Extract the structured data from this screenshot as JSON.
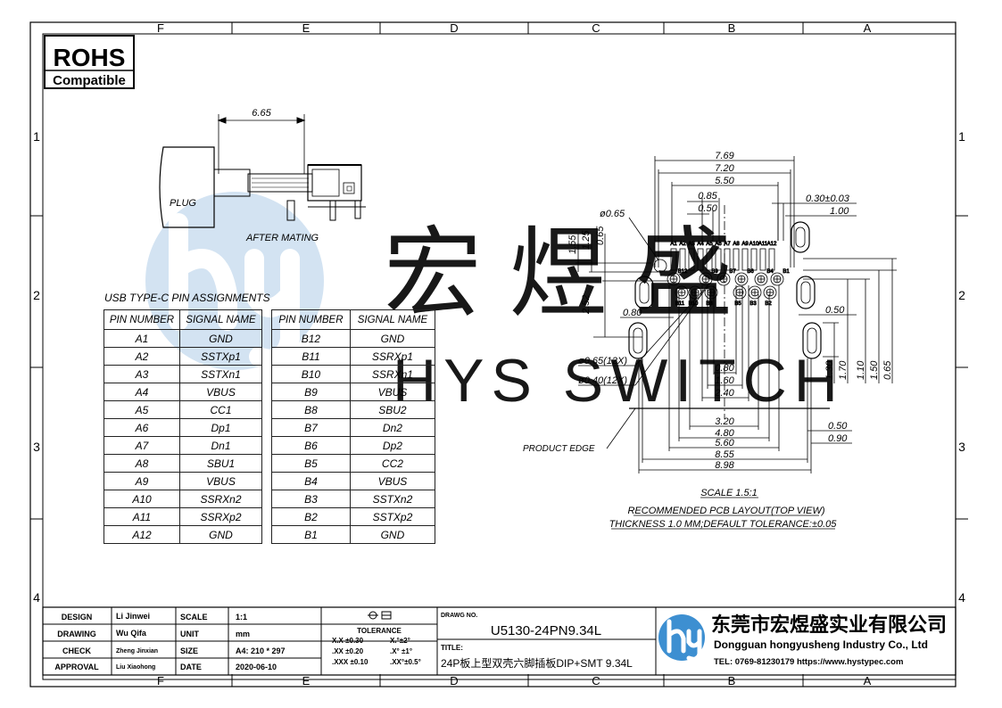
{
  "frame": {
    "columns_top": [
      "F",
      "E",
      "D",
      "C",
      "B",
      "A"
    ],
    "columns_bottom": [
      "F",
      "E",
      "D",
      "C",
      "B",
      "A"
    ],
    "rows_left": [
      "1",
      "2",
      "3",
      "4"
    ],
    "rows_right": [
      "1",
      "2",
      "3",
      "4"
    ]
  },
  "rohs": {
    "title": "ROHS",
    "subtitle": "Compatible"
  },
  "side_view": {
    "dim_top": "6.65",
    "plug_label": "PLUG",
    "after_label": "AFTER MATING"
  },
  "watermark": {
    "cn": "宏 煜 盛",
    "en": "HYS SWITCH"
  },
  "pin_table": {
    "title": "USB TYPE-C PIN ASSIGNMENTS",
    "headers": [
      "PIN NUMBER",
      "SIGNAL NAME",
      "PIN NUMBER",
      "SIGNAL NAME"
    ],
    "rows": [
      [
        "A1",
        "GND",
        "B12",
        "GND"
      ],
      [
        "A2",
        "SSTXp1",
        "B11",
        "SSRXp1"
      ],
      [
        "A3",
        "SSTXn1",
        "B10",
        "SSRXn1"
      ],
      [
        "A4",
        "VBUS",
        "B9",
        "VBUS"
      ],
      [
        "A5",
        "CC1",
        "B8",
        "SBU2"
      ],
      [
        "A6",
        "Dp1",
        "B7",
        "Dn2"
      ],
      [
        "A7",
        "Dn1",
        "B6",
        "Dp2"
      ],
      [
        "A8",
        "SBU1",
        "B5",
        "CC2"
      ],
      [
        "A9",
        "VBUS",
        "B4",
        "VBUS"
      ],
      [
        "A10",
        "SSRXn2",
        "B3",
        "SSTXn2"
      ],
      [
        "A11",
        "SSRXp2",
        "B2",
        "SSTXp2"
      ],
      [
        "A12",
        "GND",
        "B1",
        "GND"
      ]
    ]
  },
  "pcb": {
    "dims_top": [
      "7.69",
      "7.20",
      "5.50",
      "0.85",
      "0.50"
    ],
    "dim_right_top": "0.30±0.03",
    "dim_right_top2": "1.00",
    "dia_top": "ø0.65",
    "dims_left": [
      "1.55",
      "1.25",
      "0.65",
      "2.52"
    ],
    "dim_080": "0.80",
    "dim_050_r": "0.50",
    "dia_12x_a": "ø0.65(12X)",
    "dia_12x_b": "ø0.40(12X)",
    "dims_inner": [
      "0.80",
      "1.60",
      "2.40"
    ],
    "dims_bottom": [
      "3.20",
      "4.80",
      "5.60",
      "8.55",
      "8.98"
    ],
    "dims_right": [
      "1.30",
      "1.70",
      "1.10",
      "1.50",
      "0.65"
    ],
    "dim_050_b": "0.50",
    "dim_090_b": "0.90",
    "product_edge": "PRODUCT EDGE",
    "pad_labels_a": [
      "A1",
      "A2",
      "A3",
      "A4",
      "A5",
      "A6",
      "A7",
      "A8",
      "A9",
      "A10",
      "A11",
      "A12"
    ],
    "pad_labels_b_top": [
      "B12",
      "B9",
      "B7",
      "B6",
      "B4",
      "B1"
    ],
    "pad_labels_b_bot": [
      "B11",
      "B10",
      "B8",
      "B5",
      "B3",
      "B2"
    ],
    "scale": "SCALE 1.5:1",
    "caption1": "RECOMMENDED PCB LAYOUT(TOP VIEW)",
    "caption2": "THICKNESS 1.0 MM;DEFAULT TOLERANCE:±0.05"
  },
  "title_block": {
    "r1": [
      "DESIGN",
      "Li Jinwei",
      "SCALE",
      "1:1"
    ],
    "r2": [
      "DRAWING",
      "Wu Qifa",
      "UNIT",
      "mm"
    ],
    "r3": [
      "CHECK",
      "Zheng Jinxian",
      "SIZE",
      "A4: 210 * 297"
    ],
    "r4": [
      "APPROVAL",
      "Liu Xiaohong",
      "DATE",
      "2020-06-10"
    ],
    "tol_title": "TOLERANCE",
    "tol": [
      [
        "X.X ±0.30",
        "X.°±2°"
      ],
      [
        ".XX ±0.20",
        ".X° ±1°"
      ],
      [
        ".XXX ±0.10",
        ".XX°±0.5°"
      ]
    ],
    "dwg_label": "DRAWG NO.",
    "dwg_no": "U5130-24PN9.34L",
    "title_label": "TITLE:",
    "title": "24P板上型双壳六脚插板DIP+SMT 9.34L",
    "company_cn": "东莞市宏煜盛实业有限公司",
    "company_en": "Dongguan hongyusheng Industry Co., Ltd",
    "contact": "TEL: 0769-81230179   https://www.hystypec.com"
  },
  "colors": {
    "watermark": "#d9e7f2",
    "watermark_logo": "#3d8fd1",
    "line": "#000000"
  }
}
